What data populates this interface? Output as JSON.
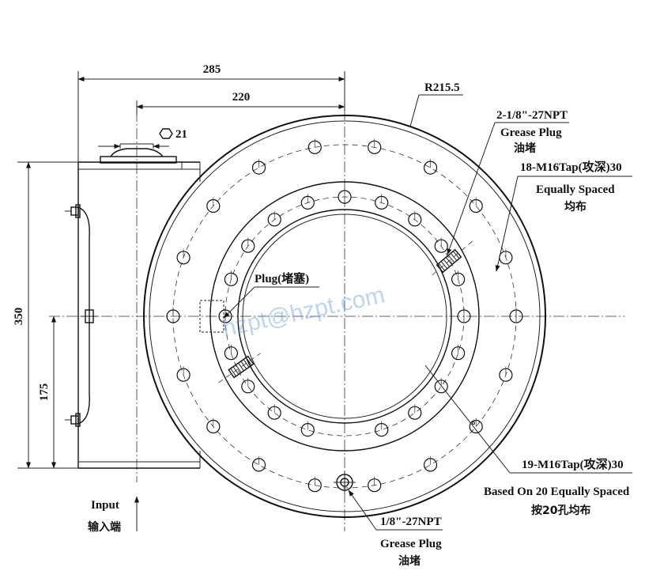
{
  "drawing": {
    "dimensions": {
      "d285": "285",
      "d220": "220",
      "d21": "21",
      "r215": "R215.5",
      "d350": "350",
      "d175": "175"
    },
    "callouts": {
      "grease_top_1": "2-1/8\"-27NPT",
      "grease_top_2": "Grease Plug",
      "grease_top_3": "油堵",
      "tap18_1": "18-M16Tap(攻深)30",
      "tap18_2": "Equally Spaced",
      "tap18_3": "均布",
      "plug": "Plug(堵塞)",
      "tap19_1": "19-M16Tap(攻深)30",
      "tap19_2": "Based On 20 Equally Spaced",
      "tap19_3": "按20孔均布",
      "grease_bot_1": "1/8\"-27NPT",
      "grease_bot_2": "Grease Plug",
      "grease_bot_3": "油堵",
      "input_1": "Input",
      "input_2": "输入端"
    },
    "watermark": "hzpt@hzpt.com",
    "icons": {
      "hex_symbol": "hexagon-icon"
    }
  }
}
